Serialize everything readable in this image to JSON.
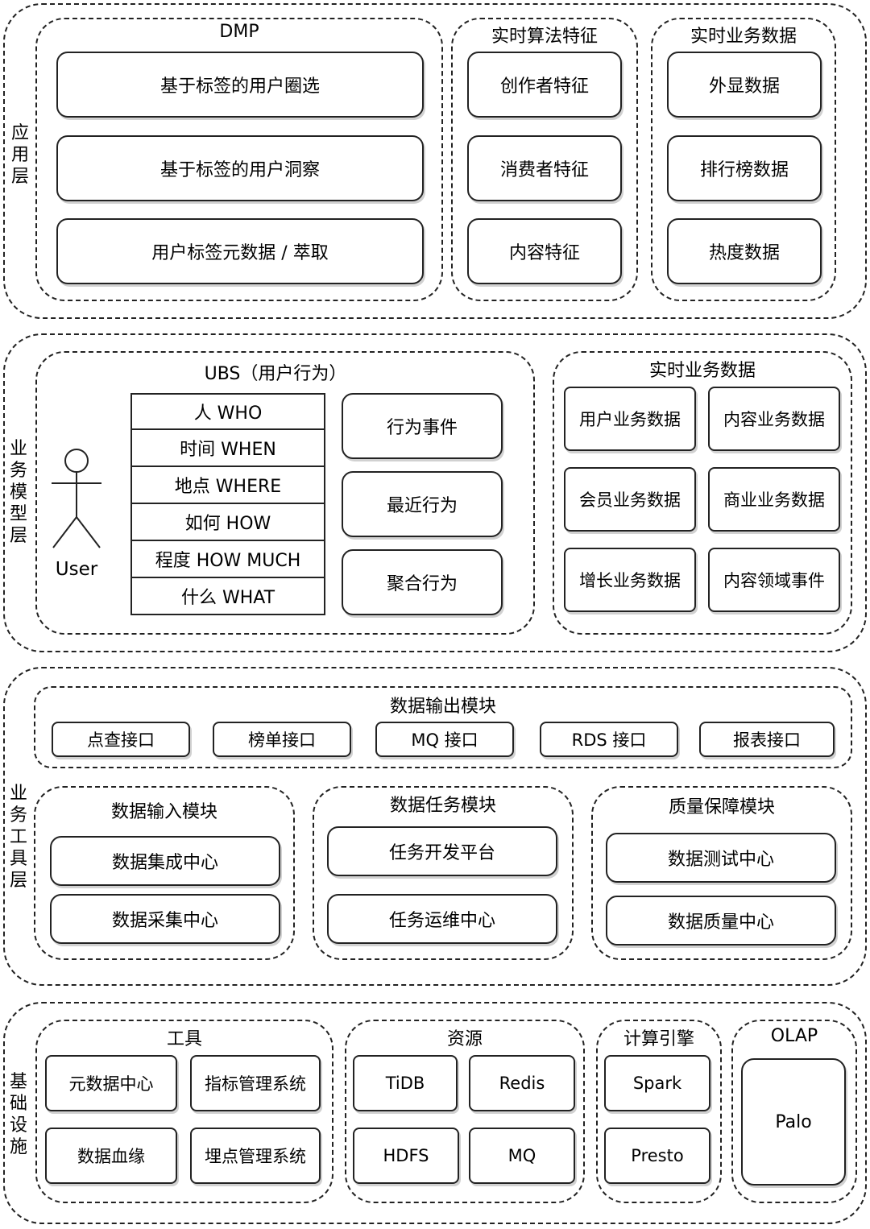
{
  "layers": {
    "app": "应用层",
    "business_model": "业务模型层",
    "business_tool": "业务工具层",
    "infra": "基础设施"
  },
  "app_layer": {
    "dmp": {
      "title": "DMP",
      "items": [
        "基于标签的用户圈选",
        "基于标签的用户洞察",
        "用户标签元数据 / 萃取"
      ]
    },
    "realtime_features": {
      "title": "实时算法特征",
      "items": [
        "创作者特征",
        "消费者特征",
        "内容特征"
      ]
    },
    "realtime_business": {
      "title": "实时业务数据",
      "items": [
        "外显数据",
        "排行榜数据",
        "热度数据"
      ]
    }
  },
  "model_layer": {
    "ubs": {
      "title": "UBS（用户行为）",
      "user_label": "User",
      "dimensions": [
        "人 WHO",
        "时间 WHEN",
        "地点 WHERE",
        "如何 HOW",
        "程度 HOW MUCH",
        "什么 WHAT"
      ],
      "behaviors": [
        "行为事件",
        "最近行为",
        "聚合行为"
      ]
    },
    "realtime_business": {
      "title": "实时业务数据",
      "items": [
        "用户业务数据",
        "内容业务数据",
        "会员业务数据",
        "商业业务数据",
        "增长业务数据",
        "内容领域事件"
      ]
    }
  },
  "tool_layer": {
    "output": {
      "title": "数据输出模块",
      "items": [
        "点查接口",
        "榜单接口",
        "MQ 接口",
        "RDS 接口",
        "报表接口"
      ]
    },
    "input": {
      "title": "数据输入模块",
      "items": [
        "数据集成中心",
        "数据采集中心"
      ]
    },
    "task": {
      "title": "数据任务模块",
      "items": [
        "任务开发平台",
        "任务运维中心"
      ]
    },
    "quality": {
      "title": "质量保障模块",
      "items": [
        "数据测试中心",
        "数据质量中心"
      ]
    }
  },
  "infra_layer": {
    "tools": {
      "title": "工具",
      "items": [
        "元数据中心",
        "指标管理系统",
        "数据血缘",
        "埋点管理系统"
      ]
    },
    "resources": {
      "title": "资源",
      "items": [
        "TiDB",
        "Redis",
        "HDFS",
        "MQ"
      ]
    },
    "compute": {
      "title": "计算引擎",
      "items": [
        "Spark",
        "Presto"
      ]
    },
    "olap": {
      "title": "OLAP",
      "items": [
        "Palo"
      ]
    }
  }
}
